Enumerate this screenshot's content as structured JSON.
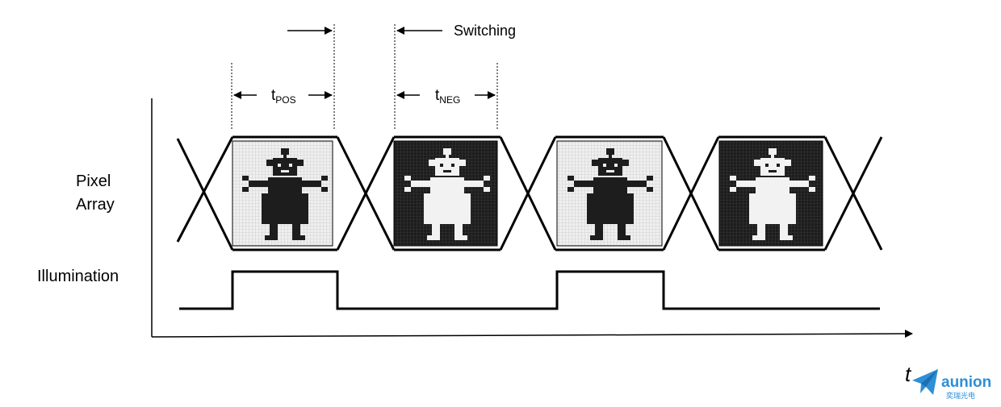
{
  "labels": {
    "pixel": "Pixel",
    "array": "Array",
    "illumination": "Illumination",
    "switching": "Switching",
    "t_pos_main": "t",
    "t_pos_sub": "POS",
    "t_neg_main": "t",
    "t_neg_sub": "NEG",
    "axis_t": "t"
  },
  "logo": {
    "text": "aunion",
    "subtext": "奕瑞光电",
    "color": "#2e8fd6"
  },
  "frames": [
    {
      "pattern": "positive"
    },
    {
      "pattern": "negative"
    },
    {
      "pattern": "positive"
    },
    {
      "pattern": "negative"
    }
  ],
  "illumination": [
    "high",
    "low",
    "high",
    "low"
  ]
}
